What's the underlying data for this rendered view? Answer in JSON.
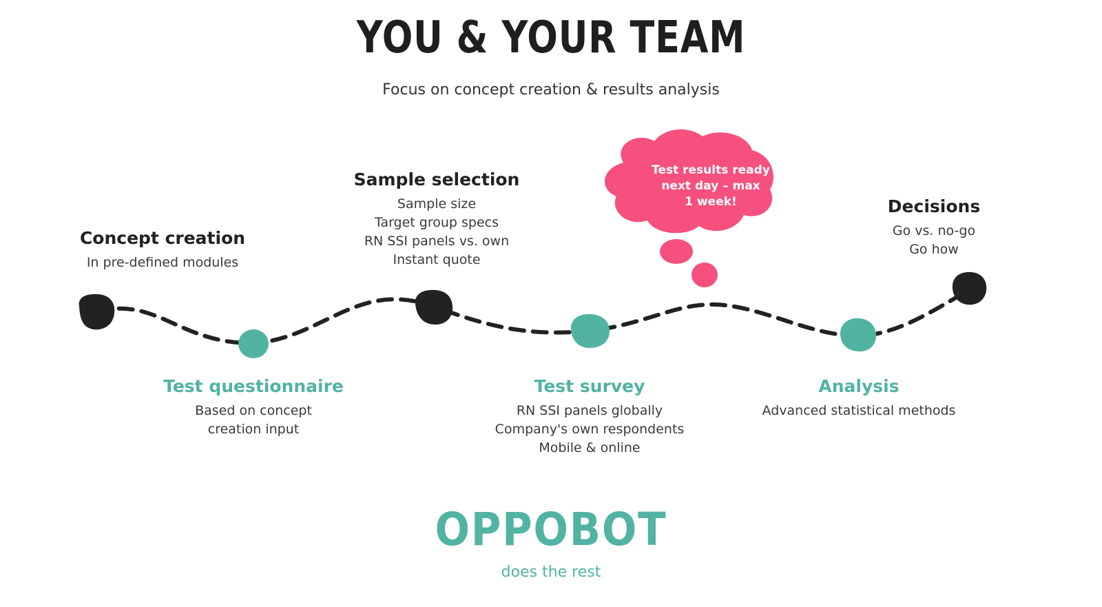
{
  "header": {
    "title": "YOU & YOUR TEAM",
    "subtitle": "Focus on concept creation & results analysis"
  },
  "steps": [
    {
      "title": "Concept creation",
      "lines": [
        "In pre-defined modules"
      ]
    },
    {
      "title": "Test questionnaire",
      "lines": [
        "Based on concept",
        "creation input"
      ]
    },
    {
      "title": "Sample selection",
      "lines": [
        "Sample size",
        "Target group specs",
        "RN SSI panels vs. own",
        "Instant quote"
      ]
    },
    {
      "title": "Test survey",
      "lines": [
        "RN SSI panels globally",
        "Company's own respondents",
        "Mobile & online"
      ]
    },
    {
      "title": "Analysis",
      "lines": [
        "Advanced statistical methods"
      ]
    },
    {
      "title": "Decisions",
      "lines": [
        "Go vs. no-go",
        "Go how"
      ]
    }
  ],
  "thought_bubble": {
    "lines": [
      "Test results ready",
      "next day – max",
      "1 week!"
    ]
  },
  "footer": {
    "brand": "OPPOBOT",
    "tagline": "does the rest"
  },
  "colors": {
    "dark": "#222222",
    "teal": "#52b3a3",
    "pink": "#f5507e"
  }
}
